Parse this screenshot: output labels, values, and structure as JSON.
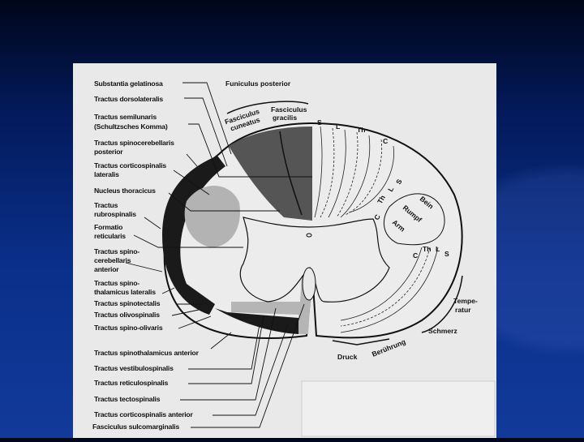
{
  "diagram": {
    "top_labels": {
      "funiculus_posterior": "Funiculus posterior",
      "fasciculus_cuneatus": [
        "Fasciculus",
        "cuneatus"
      ],
      "fasciculus_gracilis": [
        "Fasciculus",
        "gracilis"
      ]
    },
    "left_labels": {
      "substantia_gelatinosa": "Substantia gelatinosa",
      "tractus_dorsolateralis": "Tractus dorsolateralis",
      "tractus_semilunaris": [
        "Tractus semilunaris",
        "(Schultzsches Komma)"
      ],
      "tractus_spinocerebellaris_posterior": [
        "Tractus spinocerebellaris",
        "posterior"
      ],
      "tractus_corticospinalis_lateralis": [
        "Tractus corticospinalis",
        "lateralis"
      ],
      "nucleus_thoracicus": "Nucleus thoracicus",
      "tractus_rubrospinalis": [
        "Tractus",
        "rubrospinalis"
      ],
      "formatio_reticularis": [
        "Formatio",
        "reticularis"
      ],
      "tractus_spinocerebellaris_anterior": [
        "Tractus spino-",
        "cerebellaris",
        "anterior"
      ],
      "tractus_spinothalamicus_lateralis": [
        "Tractus spino-",
        "thalamicus lateralis"
      ],
      "tractus_spinotectalis": "Tractus spinotectalis",
      "tractus_olivospinalis": "Tractus olivospinalis",
      "tractus_spino_olivaris": "Tractus spino-olivaris"
    },
    "bottom_labels": {
      "tractus_spinothalamicus_anterior": "Tractus spinothalamicus anterior",
      "tractus_vestibulospinalis": "Tractus vestibulospinalis",
      "tractus_reticulospinalis": "Tractus reticulospinalis",
      "tractus_tectospinalis": "Tractus tectospinalis",
      "tractus_corticospinalis_anterior": "Tractus corticospinalis anterior",
      "fasciculus_sulcomarginalis": "Fasciculus sulcomarginalis"
    },
    "right_labels": {
      "posterior_segments": [
        "S",
        "L",
        "Th",
        "C"
      ],
      "lateral_segments": [
        "C",
        "Th",
        "L",
        "S"
      ],
      "lateral_body": [
        "Bein",
        "Rumpf",
        "Arm"
      ],
      "anterior_segments": [
        "C",
        "Th",
        "L",
        "S"
      ],
      "temperatur": [
        "Tempe-",
        "ratur"
      ],
      "schmerz": "Schmerz",
      "druck": "Druck",
      "beruehrung": "Berührung"
    }
  }
}
